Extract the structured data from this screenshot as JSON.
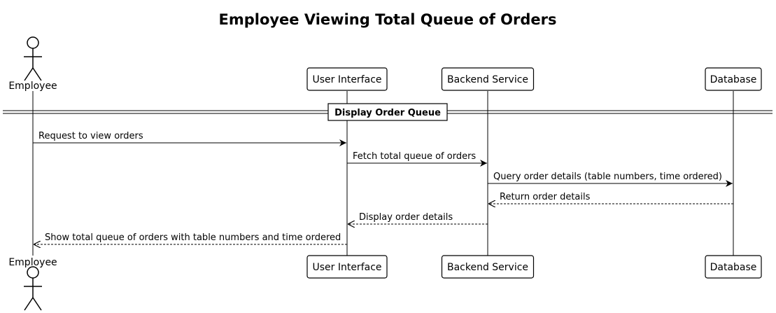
{
  "diagram": {
    "title": "Employee Viewing Total Queue of Orders",
    "participants": [
      {
        "id": "employee",
        "label": "Employee",
        "kind": "actor"
      },
      {
        "id": "ui",
        "label": "User Interface",
        "kind": "participant"
      },
      {
        "id": "backend",
        "label": "Backend Service",
        "kind": "participant"
      },
      {
        "id": "db",
        "label": "Database",
        "kind": "participant"
      }
    ],
    "group": {
      "label": "Display Order Queue"
    },
    "messages": [
      {
        "from": "employee",
        "to": "ui",
        "text": "Request to view orders",
        "style": "solid"
      },
      {
        "from": "ui",
        "to": "backend",
        "text": "Fetch total queue of orders",
        "style": "solid"
      },
      {
        "from": "backend",
        "to": "db",
        "text": "Query order details (table numbers, time ordered)",
        "style": "solid"
      },
      {
        "from": "db",
        "to": "backend",
        "text": "Return order details",
        "style": "dashed"
      },
      {
        "from": "backend",
        "to": "ui",
        "text": "Display order details",
        "style": "dashed"
      },
      {
        "from": "ui",
        "to": "employee",
        "text": "Show total queue of orders with table numbers and time ordered",
        "style": "dashed"
      }
    ]
  }
}
